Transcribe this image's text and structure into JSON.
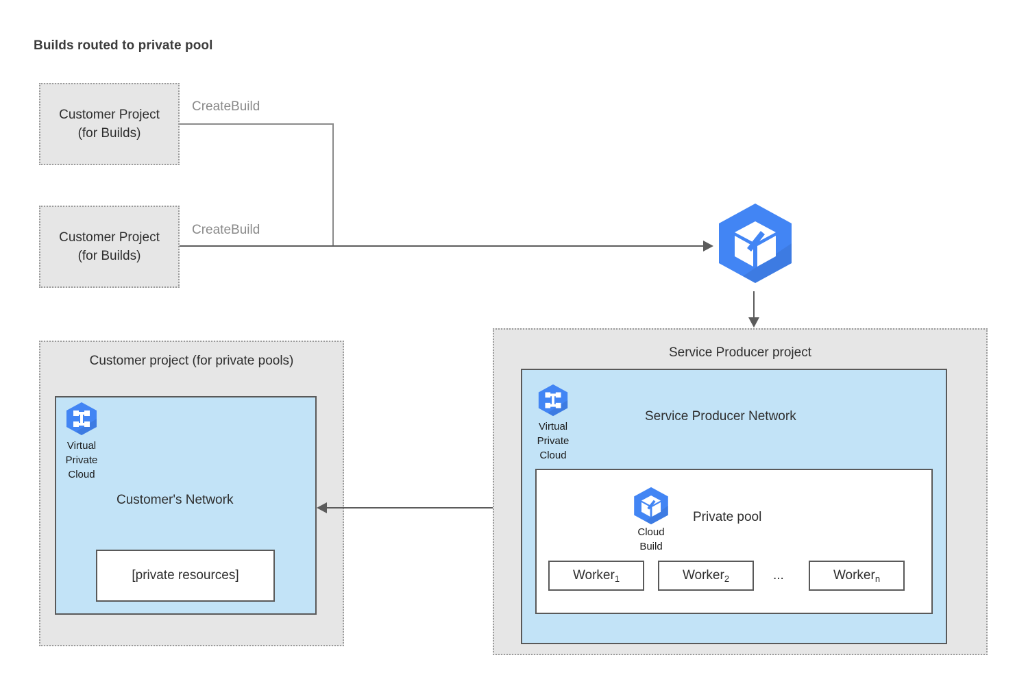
{
  "title": "Builds routed to private pool",
  "colors": {
    "gcp_blue": "#4285F4",
    "gcp_blue_shadow": "#3A73D4",
    "network_blue": "#C2E3F7",
    "project_gray": "#E6E6E6",
    "border_dark": "#595959",
    "border_dotted": "#9A9A9A",
    "connector_gray": "#8A8A8A",
    "text_dark": "#2E2E2E"
  },
  "customer_build_projects": [
    {
      "line1": "Customer Project",
      "line2": "(for Builds)",
      "connector_label": "CreateBuild"
    },
    {
      "line1": "Customer Project",
      "line2": "(for Builds)",
      "connector_label": "CreateBuild"
    }
  ],
  "cloud_build_service": {
    "icon": "cloud-build-icon"
  },
  "customer_private_pool_project": {
    "title": "Customer project (for private pools)",
    "vpc_icon_caption": [
      "Virtual",
      "Private",
      "Cloud"
    ],
    "network_title": "Customer's Network",
    "private_resources_label": "[private resources]"
  },
  "service_producer_project": {
    "title": "Service Producer project",
    "vpc_icon_caption": [
      "Virtual",
      "Private",
      "Cloud"
    ],
    "network_title": "Service Producer Network",
    "private_pool": {
      "label": "Private pool",
      "cloud_build_caption": [
        "Cloud",
        "Build"
      ],
      "workers": [
        {
          "name": "Worker",
          "sub": "1"
        },
        {
          "name": "Worker",
          "sub": "2"
        },
        {
          "name": "Worker",
          "sub": "n"
        }
      ],
      "ellipsis": "..."
    }
  }
}
